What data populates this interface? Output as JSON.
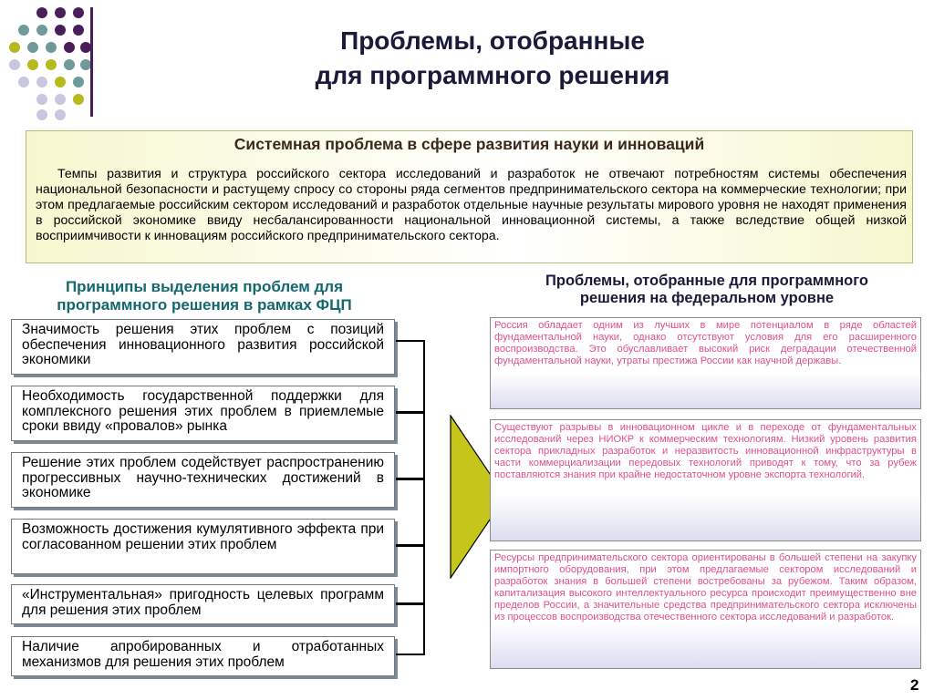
{
  "title": {
    "line1": "Проблемы, отобранные",
    "line2": "для программного решения"
  },
  "system_problem": {
    "heading": "Системная проблема в сфере развития науки и инноваций",
    "text": "Темпы развития и структура российского сектора исследований и разработок  не отвечают потребностям системы обеспечения национальной безопасности и растущему спросу  со стороны ряда сегментов предпринимательского сектора на коммерческие технологии; при этом предлагаемые российским сектором исследований и разработок отдельные научные результаты мирового уровня не находят применения в российской экономике ввиду несбалансированности национальной инновационной системы, а также вследствие общей низкой восприимчивости к инновациям российского предпринимательского сектора."
  },
  "principles": {
    "heading_line1": "Принципы выделения проблем для",
    "heading_line2": "программного решения в рамках ФЦП",
    "items": [
      "Значимость решения этих проблем с позиций обеспечения инновационного развития российской экономики",
      "Необходимость государственной поддержки для комплексного решения этих проблем в приемлемые сроки ввиду «провалов» рынка",
      "Решение этих проблем содействует распространению прогрессивных научно-технических достижений в экономике",
      "Возможность достижения кумулятивного эффекта при согласованном решении этих проблем",
      "«Инструментальная» пригодность целевых программ для решения этих проблем",
      "Наличие апробированных и отработанных механизмов для решения этих проблем"
    ]
  },
  "federal_problems": {
    "heading_line1": "Проблемы, отобранные для программного",
    "heading_line2": "решения на федеральном уровне",
    "items": [
      "Россия обладает одним из лучших в мире потенциалом в ряде областей фундаментальной науки, однако отсутствуют условия для его расширенного воспроизводства. Это обуславливает высокий риск деградации отечественной фундаментальной науки, утраты престижа России как научной державы.",
      "Существуют разрывы в инновационном цикле и в переходе от фундаментальных исследований через НИОКР к коммерческим технологиям. Низкий уровень развития сектора прикладных разработок и неразвитость инновационной инфраструктуры в части коммерциализации передовых технологий приводят к тому, что за рубеж поставляются  знания при крайне недостаточном уровне экспорта технологий.",
      "Ресурсы предпринимательского сектора ориентированы в большей степени на закупку импортного оборудования, при этом предлагаемые сектором исследований и разработок знания в большей степени востребованы за рубежом. Таким образом, капитализация высокого интеллектуального ресурса происходит преимущественно вне пределов России, а значительные средства предпринимательского сектора исключены из процессов воспроизводства отечественного сектора исследований и разработок."
    ]
  },
  "page_number": "2",
  "colors": {
    "purple_dot": "#4a1e5a",
    "teal_dot": "#6e9a9a",
    "yellow_dot": "#b6ba1c",
    "lavender_dot": "#c7c7e0",
    "arrow_fill": "#c6c61a",
    "red_text": "#e0508a",
    "teal_heading": "#13686f"
  }
}
